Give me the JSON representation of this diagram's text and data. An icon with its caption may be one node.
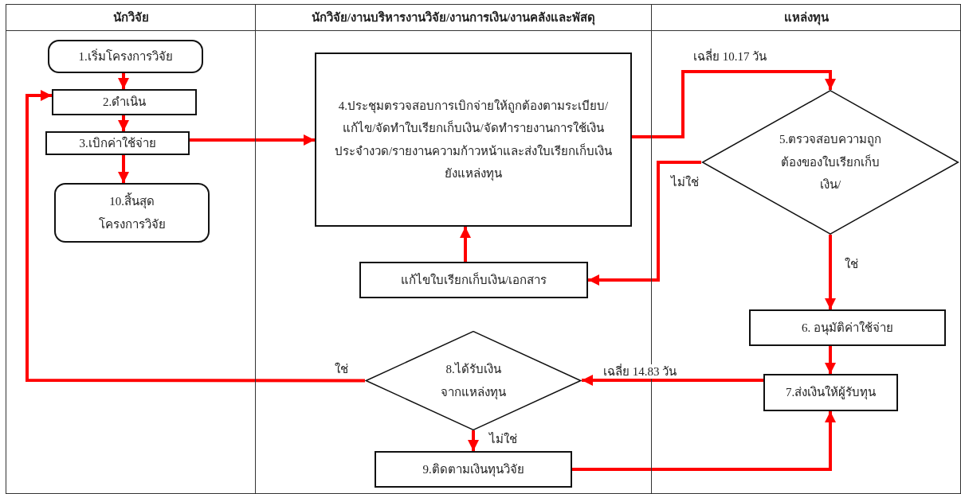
{
  "diagram": {
    "nodes": [
      {
        "text": [
          "นักวิจัย"
        ]
      },
      {
        "text": [
          "นักวิจัย/งานบริหารงานวิจัย/งานการเงิน/งานคลังและพัสดุ"
        ]
      },
      {
        "text": [
          "แหล่งทุน"
        ]
      },
      {
        "text": [
          "1.เริ่มโครงการวิจัย"
        ],
        "in": 0
      },
      {
        "text": [
          "2.ดำเนิน"
        ],
        "in": 0
      },
      {
        "text": [
          "3.เบิกค่าใช้จ่าย"
        ],
        "in": 0
      },
      {
        "text": [
          "10.สิ้นสุดโครงการวิจัย"
        ],
        "in": 0
      },
      {
        "text": [
          "4.ประชุมตรวจสอบการเบิกจ่ายให้ถูกต้องตามระเบียบ/แก้ไข/จัดทำใบเรียกเก็บเงิน/จัดทำรายงานการใช้เงินประจำงวด/รายงานความก้าวหน้าและส่งใบเรียกเก็บเงินยังแหล่งทุน"
        ],
        "in": 1
      },
      {
        "text": [
          "แก้ไขใบเรียกเก็บเงิน/เอกสาร"
        ],
        "in": 1
      },
      {
        "text": [
          "8.ได้รับเงินจากแหล่งทุน"
        ],
        "in": 1
      },
      {
        "text": [
          "9.ติดตามเงินทุนวิจัย"
        ],
        "in": 1
      },
      {
        "text": [
          "5.ตรวจสอบความถูกต้องของใบเรียกเก็บเงิน/"
        ],
        "in": 2
      },
      {
        "text": [
          "6. อนุมัติค่าใช้จ่าย"
        ],
        "in": 2
      },
      {
        "text": [
          "7.ส่งเงินให้ผู้รับทุน"
        ],
        "in": 2
      }
    ],
    "edges": [
      {
        "from": 3,
        "to": 4,
        "arrow": "to"
      },
      {
        "from": 4,
        "to": 5,
        "arrow": "to"
      },
      {
        "from": 5,
        "to": 6,
        "arrow": "to"
      },
      {
        "from": 5,
        "to": 7,
        "arrow": "to"
      },
      {
        "from": 7,
        "to": 11,
        "arrow": "to",
        "label": "เฉลี่ย 10.17 วัน"
      },
      {
        "from": 11,
        "to": 8,
        "arrow": "to",
        "label": "ไม่ใช่"
      },
      {
        "from": 8,
        "to": 7,
        "arrow": "to"
      },
      {
        "from": 11,
        "to": 12,
        "arrow": "to",
        "label": "ใช่"
      },
      {
        "from": 12,
        "to": 13,
        "arrow": "to"
      },
      {
        "from": 13,
        "to": 9,
        "arrow": "to",
        "label": "เฉลี่ย 14.83 วัน"
      },
      {
        "from": 9,
        "to": 4,
        "arrow": "to",
        "label": "ใช่"
      },
      {
        "from": 9,
        "to": 10,
        "arrow": "to",
        "label": "ไม่ใช่"
      },
      {
        "from": 10,
        "to": 13,
        "arrow": "to"
      }
    ]
  }
}
